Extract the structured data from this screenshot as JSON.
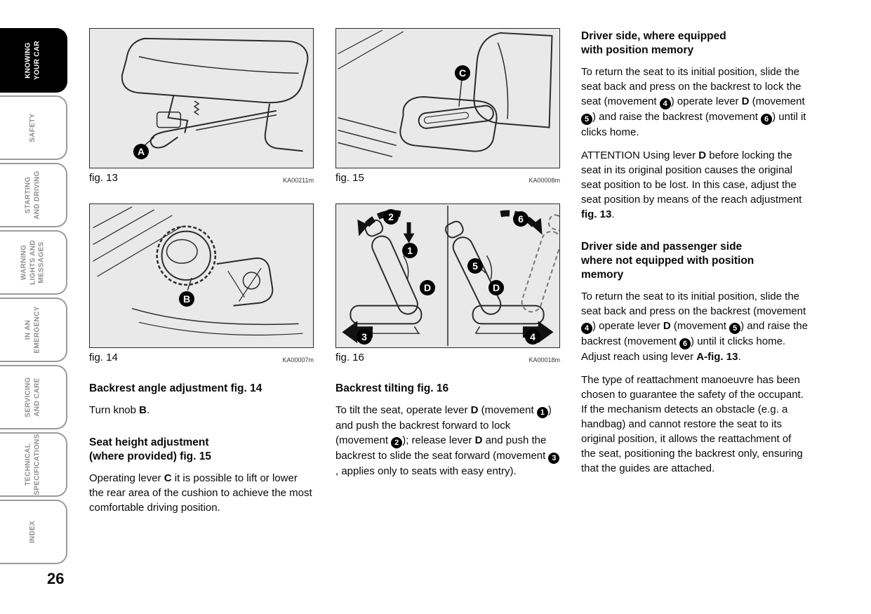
{
  "page": {
    "number": "26"
  },
  "sidebar": {
    "items": [
      {
        "label": "KNOWING\nYOUR CAR",
        "active": true
      },
      {
        "label": "SAFETY",
        "active": false
      },
      {
        "label": "STARTING\nAND DRIVING",
        "active": false
      },
      {
        "label": "WARNING\nLIGHTS AND\nMESSAGES",
        "active": false
      },
      {
        "label": "IN AN\nEMERGENCY",
        "active": false
      },
      {
        "label": "SERVICING\nAND CARE",
        "active": false
      },
      {
        "label": "TECHNICAL\nSPECIFICATIONS",
        "active": false
      },
      {
        "label": "INDEX",
        "active": false
      }
    ]
  },
  "figures": {
    "fig13": {
      "caption": "fig. 13",
      "code": "KA00211m",
      "labels": {
        "a": "A"
      }
    },
    "fig14": {
      "caption": "fig. 14",
      "code": "KA00007m",
      "labels": {
        "b": "B"
      }
    },
    "fig15": {
      "caption": "fig. 15",
      "code": "KA00008m",
      "labels": {
        "c": "C"
      }
    },
    "fig16": {
      "caption": "fig. 16",
      "code": "KA00018m",
      "labels": {
        "n1": "1",
        "n2": "2",
        "n3": "3",
        "d_left": "D",
        "n4": "4",
        "n5": "5",
        "n6": "6",
        "d_right": "D"
      }
    }
  },
  "col1": {
    "h1": "Backrest angle adjustment fig. 14",
    "p1_runs": [
      {
        "t": "Turn knob "
      },
      {
        "t": "B",
        "b": true
      },
      {
        "t": "."
      }
    ],
    "h2": "Seat height adjustment\n(where provided) fig. 15",
    "p2_runs": [
      {
        "t": "Operating lever "
      },
      {
        "t": "C",
        "b": true
      },
      {
        "t": " it is possible to lift or lower the rear area of the cushion to achieve the most comfortable driving position."
      }
    ]
  },
  "col2": {
    "h1": "Backrest tilting fig. 16",
    "p1_runs": [
      {
        "t": "To tilt the seat, operate lever "
      },
      {
        "t": "D",
        "b": true
      },
      {
        "t": " (movement "
      },
      {
        "t": "1",
        "circ": true
      },
      {
        "t": ") and push the backrest forward to lock (movement "
      },
      {
        "t": "2",
        "circ": true
      },
      {
        "t": "); release lever "
      },
      {
        "t": "D",
        "b": true
      },
      {
        "t": " and push the backrest to slide the seat forward (movement "
      },
      {
        "t": "3",
        "circ": true
      },
      {
        "t": ", applies only to seats with easy entry)."
      }
    ]
  },
  "col3": {
    "h1": "Driver side, where equipped\nwith position memory",
    "p1_runs": [
      {
        "t": "To return the seat to its initial position, slide the seat back and press on the backrest to lock the seat (movement "
      },
      {
        "t": "4",
        "circ": true
      },
      {
        "t": ") operate lever "
      },
      {
        "t": "D",
        "b": true
      },
      {
        "t": " (movement "
      },
      {
        "t": "5",
        "circ": true
      },
      {
        "t": ") and raise the backrest (movement "
      },
      {
        "t": "6",
        "circ": true
      },
      {
        "t": ") until it clicks home."
      }
    ],
    "p2_runs": [
      {
        "t": "ATTENTION Using lever "
      },
      {
        "t": "D",
        "b": true
      },
      {
        "t": " before locking the seat in its original position causes the original seat position to be lost. In this case, adjust the seat position by means of the reach adjustment "
      },
      {
        "t": "fig. 13",
        "b": true
      },
      {
        "t": "."
      }
    ],
    "h2": "Driver side and passenger side\nwhere not equipped with position\nmemory",
    "p3_runs": [
      {
        "t": "To return the seat to its initial position, slide the seat back and press on the backrest (movement "
      },
      {
        "t": "4",
        "circ": true
      },
      {
        "t": ") operate lever "
      },
      {
        "t": "D",
        "b": true
      },
      {
        "t": " (movement "
      },
      {
        "t": "5",
        "circ": true
      },
      {
        "t": ") and raise the backrest (movement "
      },
      {
        "t": "6",
        "circ": true
      },
      {
        "t": ") until it clicks home. Adjust reach using lever "
      },
      {
        "t": "A-fig. 13",
        "b": true
      },
      {
        "t": "."
      }
    ],
    "p4": "The type of reattachment manoeuvre has been chosen to guarantee the safety of the occupant. If the mechanism detects an obstacle (e.g. a handbag) and cannot restore the seat to its original position, it allows the reattachment of the seat, positioning the backrest only, ensuring that the guides are attached."
  }
}
